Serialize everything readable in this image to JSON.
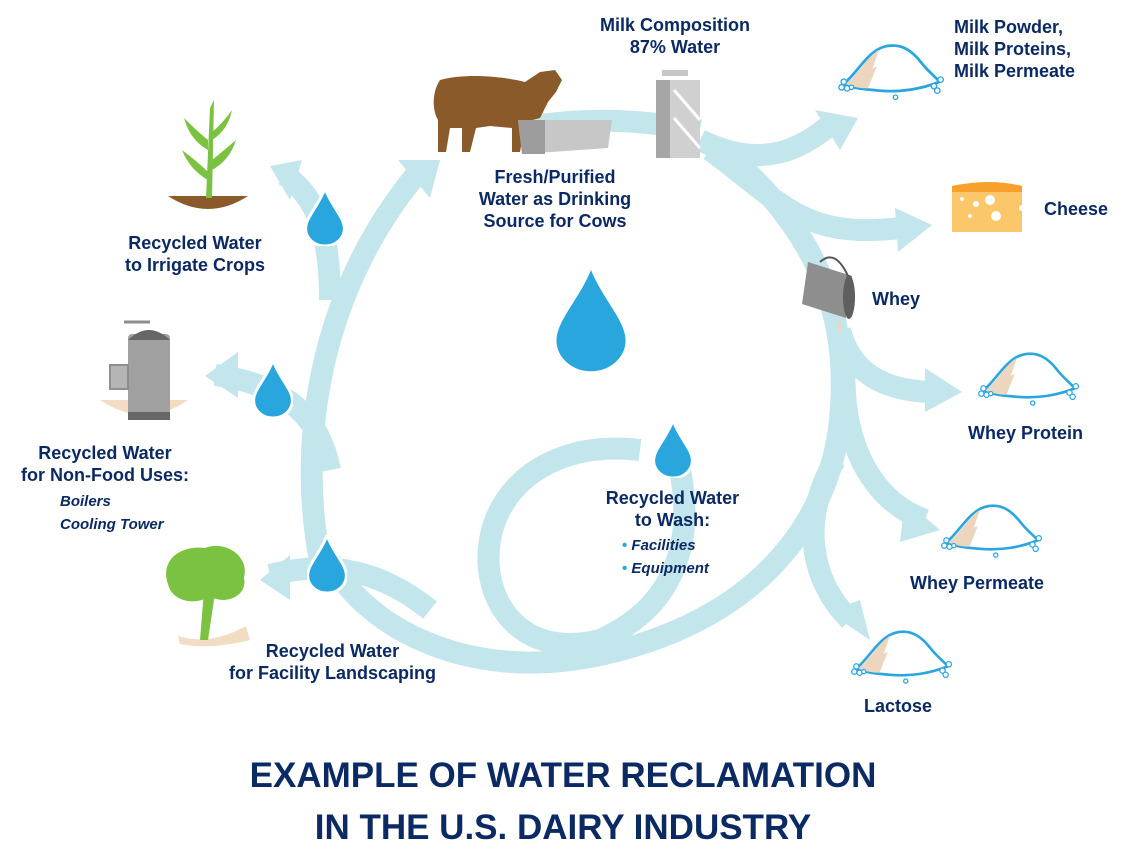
{
  "title": {
    "line1": "EXAMPLE OF WATER RECLAMATION",
    "line2": "IN THE U.S. DAIRY INDUSTRY"
  },
  "colors": {
    "text": "#0b2a63",
    "arrow": "#c3e6ec",
    "drop": "#2aa6df",
    "cow": "#8b5a2b",
    "cheese": "#fcc66a",
    "powder_outline": "#2aa6df",
    "plant": "#7cc242",
    "soil": "#8b5a2b"
  },
  "nodes": {
    "milk_composition": {
      "line1": "Milk Composition",
      "line2": "87% Water",
      "icon": "milk-carton-icon"
    },
    "cows": {
      "line1": "Fresh/Purified",
      "line2": "Water as Drinking",
      "line3": "Source for Cows",
      "icon": "cow-icon"
    },
    "crops": {
      "line1": "Recycled Water",
      "line2": "to Irrigate Crops",
      "icon": "corn-plant-icon"
    },
    "non_food": {
      "line1": "Recycled Water",
      "line2": "for Non-Food Uses:",
      "items": [
        "Boilers",
        "Cooling Tower"
      ],
      "icon": "boiler-icon"
    },
    "landscaping": {
      "line1": "Recycled Water",
      "line2": "for Facility Landscaping",
      "icon": "tree-icon"
    },
    "wash": {
      "line1": "Recycled Water",
      "line2": "to Wash:",
      "items": [
        "Facilities",
        "Equipment"
      ],
      "icon": "water-drop-icon"
    }
  },
  "products": {
    "milk_powder": {
      "line1": "Milk Powder,",
      "line2": "Milk Proteins,",
      "line3": "Milk Permeate",
      "icon": "powder-pile-icon"
    },
    "cheese": {
      "label": "Cheese",
      "icon": "cheese-icon"
    },
    "whey": {
      "label": "Whey",
      "icon": "bucket-icon"
    },
    "whey_protein": {
      "label": "Whey Protein",
      "icon": "powder-pile-icon"
    },
    "whey_permeate": {
      "label": "Whey Permeate",
      "icon": "powder-pile-icon"
    },
    "lactose": {
      "label": "Lactose",
      "icon": "powder-pile-icon"
    }
  }
}
